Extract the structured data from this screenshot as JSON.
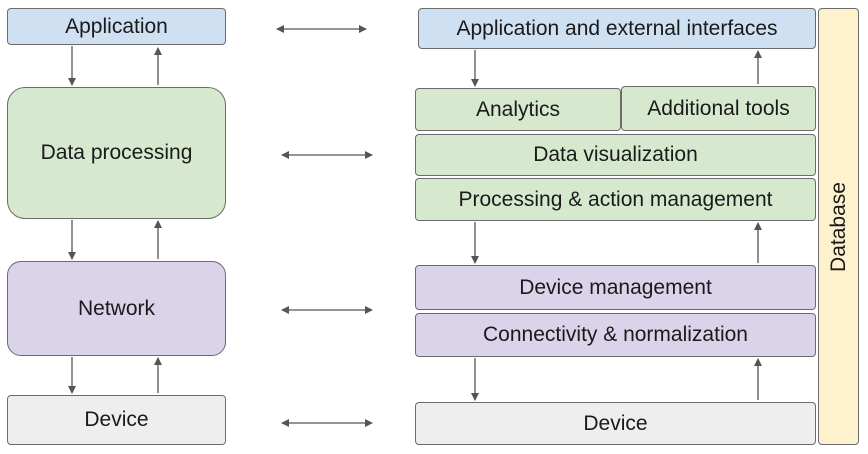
{
  "left_stack": {
    "application": "Application",
    "data_processing": "Data processing",
    "network": "Network",
    "device": "Device"
  },
  "right_stack": {
    "app_interfaces": "Application and external interfaces",
    "analytics": "Analytics",
    "additional_tools": "Additional tools",
    "data_visualization": "Data visualization",
    "processing_action": "Processing & action management",
    "device_management": "Device management",
    "connectivity": "Connectivity & normalization",
    "device": "Device"
  },
  "database": "Database",
  "colors": {
    "application": "#cfe0f3",
    "processing": "#d6e9cf",
    "network": "#dbd3e9",
    "device": "#eeeeee",
    "database": "#fdf2cc",
    "arrow": "#555555"
  }
}
